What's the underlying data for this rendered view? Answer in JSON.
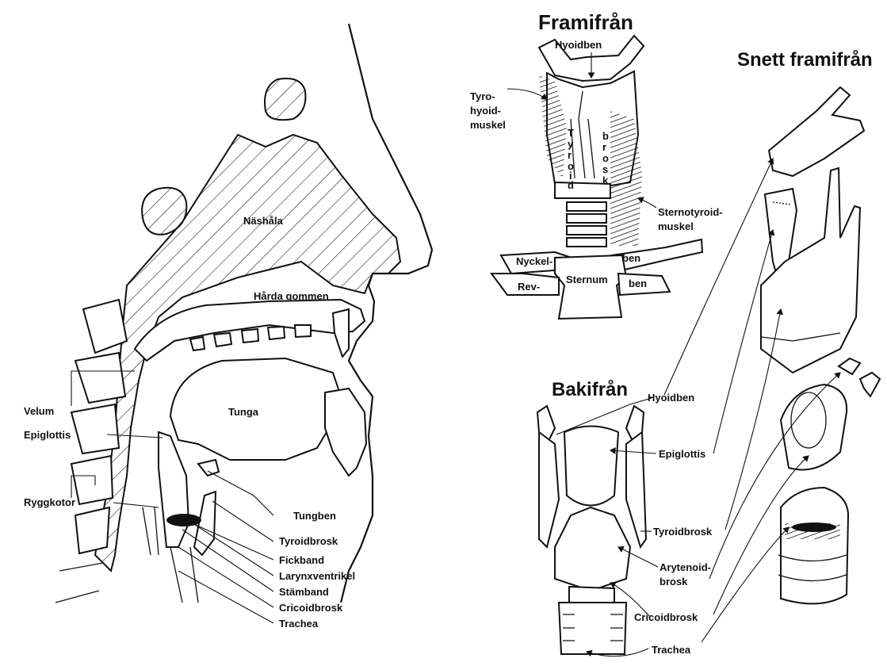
{
  "colors": {
    "ink": "#111111",
    "background": "#ffffff"
  },
  "sagittal": {
    "nashala": "Näshåla",
    "harda_gommen": "Hårda gommen",
    "tunga": "Tunga",
    "velum": "Velum",
    "epiglottis": "Epiglottis",
    "ryggkotor": "Ryggkotor",
    "tungben": "Tungben",
    "tyroidbrosk": "Tyroidbrosk",
    "fickband": "Fickband",
    "larynxventrikel": "Larynxventrikel",
    "stamband": "Stämband",
    "cricoidbrosk": "Cricoidbrosk",
    "trachea": "Trachea"
  },
  "front": {
    "title": "Framifrån",
    "hyoidben": "Hyoidben",
    "tyrohyoid": [
      "Tyro-",
      "hyoid-",
      "muskel"
    ],
    "tyroid_vertical": [
      "T",
      "y",
      "r",
      "o",
      "i",
      "d"
    ],
    "brosk_vertical": [
      "b",
      "r",
      "o",
      "s",
      "k"
    ],
    "sternotyroid": [
      "Sternotyroid-",
      "muskel"
    ],
    "nyckel": "Nyckel-",
    "ben_right": "ben",
    "rev": "Rev-",
    "sternum": "Sternum",
    "ben_lower": "ben"
  },
  "back": {
    "title": "Bakifrån",
    "hyoidben": "Hyoidben",
    "epiglottis": "Epiglottis",
    "tyroidbrosk": "Tyroidbrosk",
    "arytenoid": [
      "Arytenoid-",
      "brosk"
    ],
    "cricoidbrosk": "Cricoidbrosk",
    "trachea": "Trachea"
  },
  "oblique": {
    "title": "Snett framifrån"
  }
}
